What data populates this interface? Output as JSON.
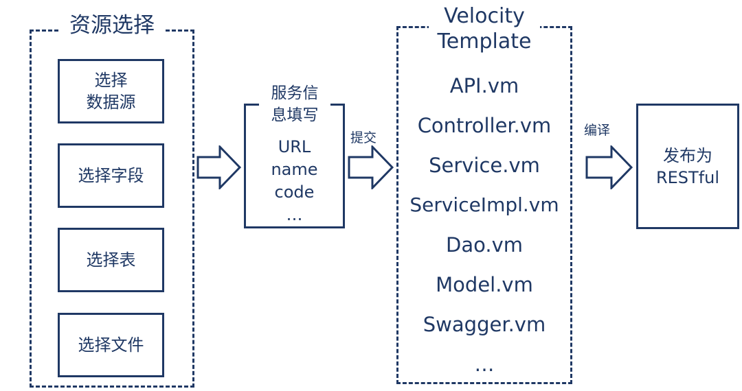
{
  "resource_group": {
    "title": "资源选择",
    "items": [
      {
        "line1": "选择",
        "line2": "数据源"
      },
      {
        "line1": "选择字段",
        "line2": ""
      },
      {
        "line1": "选择表",
        "line2": ""
      },
      {
        "line1": "选择文件",
        "line2": ""
      }
    ]
  },
  "service_box": {
    "title_line1": "服务信",
    "title_line2": "息填写",
    "fields": [
      "URL",
      "name",
      "code",
      "…"
    ]
  },
  "template_group": {
    "title_line1": "Velocity",
    "title_line2": "Template",
    "items": [
      "API.vm",
      "Controller.vm",
      "Service.vm",
      "ServiceImpl.vm",
      "Dao.vm",
      "Model.vm",
      "Swagger.vm",
      "…"
    ]
  },
  "publish_box": {
    "line1": "发布为",
    "line2": "RESTful"
  },
  "edges": {
    "submit_label": "提交",
    "compile_label": "编译"
  },
  "colors": {
    "primary": "#1f3864",
    "background": "#ffffff"
  }
}
